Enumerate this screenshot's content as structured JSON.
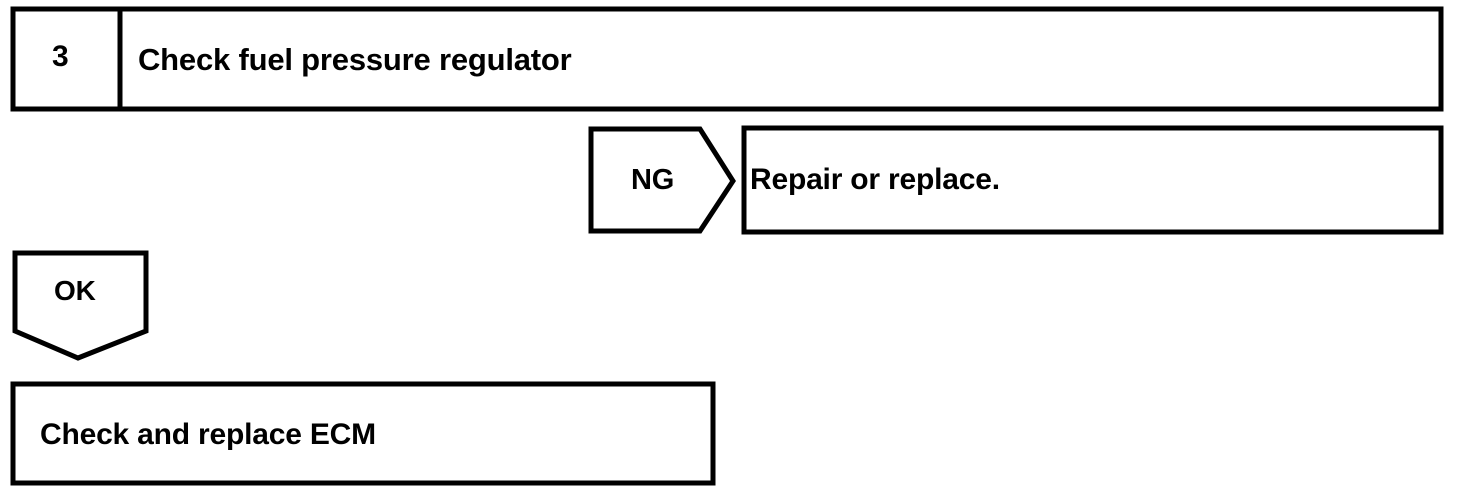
{
  "diagram": {
    "type": "troubleshooting-flowchart",
    "stroke_color": "#000000",
    "background_color": "#ffffff",
    "step": {
      "number": "3",
      "title": "Check fuel pressure regulator"
    },
    "branches": [
      {
        "label": "NG",
        "direction": "right",
        "result": "Repair or replace."
      },
      {
        "label": "OK",
        "direction": "down",
        "result": "Check and replace ECM"
      }
    ],
    "ng_label": "NG",
    "ng_outcome": "Repair or replace.",
    "ok_label": "OK",
    "final_action": "Check and replace ECM"
  }
}
